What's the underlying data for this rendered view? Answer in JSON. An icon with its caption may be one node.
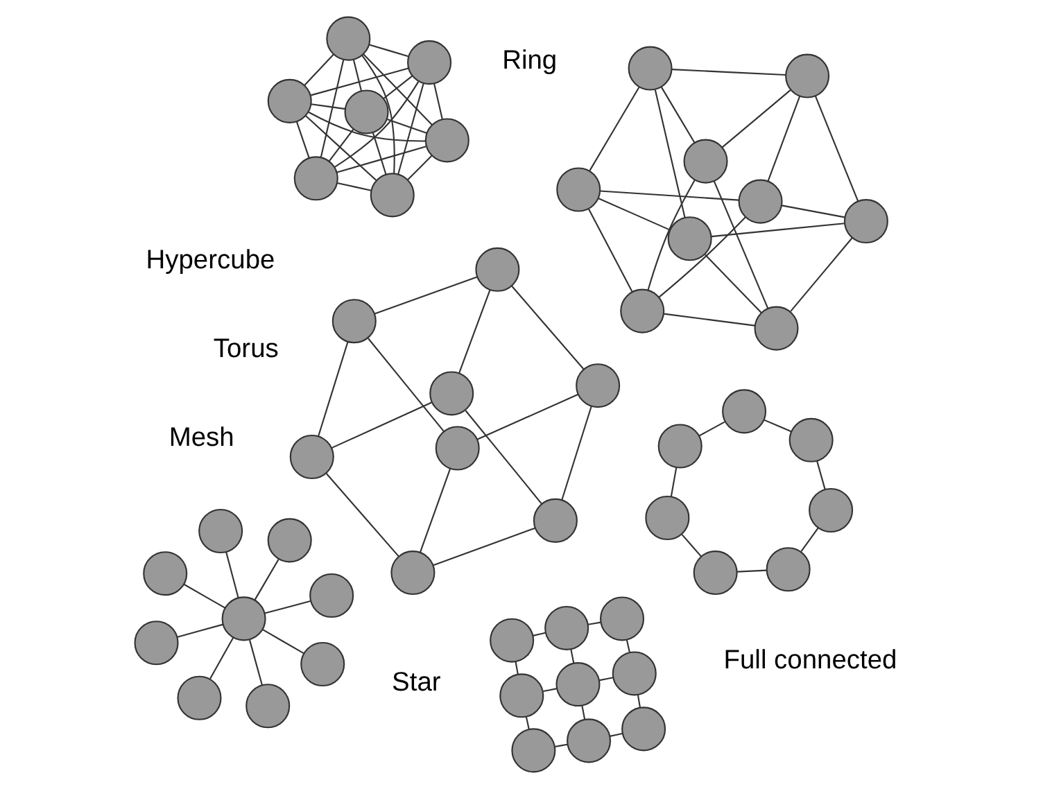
{
  "diagram": {
    "nodes": [
      {
        "text": [],
        "shape": "circle"
      },
      {
        "text": [],
        "shape": "circle"
      },
      {
        "text": [],
        "shape": "circle"
      },
      {
        "text": [],
        "shape": "circle"
      },
      {
        "text": [],
        "shape": "circle"
      },
      {
        "text": [],
        "shape": "circle"
      },
      {
        "text": [],
        "shape": "circle"
      },
      {
        "text": [],
        "shape": "circle"
      },
      {
        "text": [],
        "shape": "circle"
      },
      {
        "text": [],
        "shape": "circle"
      },
      {
        "text": [],
        "shape": "circle"
      },
      {
        "text": [],
        "shape": "circle"
      },
      {
        "text": [],
        "shape": "circle"
      },
      {
        "text": [],
        "shape": "circle"
      },
      {
        "text": [],
        "shape": "circle"
      },
      {
        "text": [],
        "shape": "circle"
      },
      {
        "text": [],
        "shape": "circle"
      },
      {
        "text": [],
        "shape": "circle"
      },
      {
        "text": [],
        "shape": "circle"
      },
      {
        "text": [],
        "shape": "circle"
      },
      {
        "text": [],
        "shape": "circle"
      },
      {
        "text": [],
        "shape": "circle"
      },
      {
        "text": [],
        "shape": "circle"
      },
      {
        "text": [],
        "shape": "circle"
      },
      {
        "text": [],
        "shape": "circle"
      },
      {
        "text": [],
        "shape": "circle"
      },
      {
        "text": [],
        "shape": "circle"
      },
      {
        "text": [],
        "shape": "circle"
      },
      {
        "text": [],
        "shape": "circle"
      },
      {
        "text": [],
        "shape": "circle"
      },
      {
        "text": [],
        "shape": "circle"
      },
      {
        "text": [],
        "shape": "circle"
      },
      {
        "text": [],
        "shape": "circle"
      },
      {
        "text": [],
        "shape": "circle"
      },
      {
        "text": [],
        "shape": "circle"
      },
      {
        "text": [],
        "shape": "circle"
      },
      {
        "text": [],
        "shape": "circle"
      },
      {
        "text": [],
        "shape": "circle"
      },
      {
        "text": [],
        "shape": "circle"
      },
      {
        "text": [],
        "shape": "circle"
      },
      {
        "text": [],
        "shape": "circle"
      },
      {
        "text": [],
        "shape": "circle"
      },
      {
        "text": [],
        "shape": "circle"
      },
      {
        "text": [],
        "shape": "circle"
      },
      {
        "text": [],
        "shape": "circle"
      },
      {
        "text": [],
        "shape": "circle"
      },
      {
        "text": [],
        "shape": "circle"
      },
      {
        "text": [],
        "shape": "circle"
      },
      {
        "text": [],
        "shape": "circle"
      }
    ],
    "edges": [
      {
        "from": 0,
        "to": 1,
        "arrow": "none"
      },
      {
        "from": 2,
        "to": 3,
        "arrow": "none"
      },
      {
        "from": 0,
        "to": 2,
        "arrow": "none"
      },
      {
        "from": 1,
        "to": 3,
        "arrow": "none"
      },
      {
        "from": 4,
        "to": 5,
        "arrow": "none"
      },
      {
        "from": 6,
        "to": 7,
        "arrow": "none"
      },
      {
        "from": 4,
        "to": 6,
        "arrow": "none"
      },
      {
        "from": 5,
        "to": 7,
        "arrow": "none"
      },
      {
        "from": 0,
        "to": 4,
        "arrow": "none"
      },
      {
        "from": 1,
        "to": 5,
        "arrow": "none"
      },
      {
        "from": 2,
        "to": 6,
        "arrow": "none"
      },
      {
        "from": 3,
        "to": 7,
        "arrow": "none"
      },
      {
        "from": 8,
        "to": 9,
        "arrow": "none"
      },
      {
        "from": 9,
        "to": 10,
        "arrow": "none"
      },
      {
        "from": 11,
        "to": 12,
        "arrow": "none"
      },
      {
        "from": 12,
        "to": 13,
        "arrow": "none"
      },
      {
        "from": 14,
        "to": 15,
        "arrow": "none"
      },
      {
        "from": 15,
        "to": 16,
        "arrow": "none"
      },
      {
        "from": 8,
        "to": 11,
        "arrow": "none"
      },
      {
        "from": 11,
        "to": 14,
        "arrow": "none"
      },
      {
        "from": 9,
        "to": 12,
        "arrow": "none"
      },
      {
        "from": 12,
        "to": 15,
        "arrow": "none"
      },
      {
        "from": 10,
        "to": 13,
        "arrow": "none"
      },
      {
        "from": 13,
        "to": 16,
        "arrow": "none"
      },
      {
        "from": 10,
        "to": 8,
        "arrow": "none"
      },
      {
        "from": 13,
        "to": 11,
        "arrow": "none"
      },
      {
        "from": 16,
        "to": 14,
        "arrow": "none"
      },
      {
        "from": 14,
        "to": 8,
        "arrow": "none"
      },
      {
        "from": 15,
        "to": 9,
        "arrow": "none"
      },
      {
        "from": 16,
        "to": 10,
        "arrow": "none"
      },
      {
        "from": 17,
        "to": 18,
        "arrow": "none"
      },
      {
        "from": 18,
        "to": 19,
        "arrow": "none"
      },
      {
        "from": 20,
        "to": 21,
        "arrow": "none"
      },
      {
        "from": 21,
        "to": 22,
        "arrow": "none"
      },
      {
        "from": 23,
        "to": 24,
        "arrow": "none"
      },
      {
        "from": 24,
        "to": 25,
        "arrow": "none"
      },
      {
        "from": 17,
        "to": 20,
        "arrow": "none"
      },
      {
        "from": 20,
        "to": 23,
        "arrow": "none"
      },
      {
        "from": 18,
        "to": 21,
        "arrow": "none"
      },
      {
        "from": 21,
        "to": 24,
        "arrow": "none"
      },
      {
        "from": 19,
        "to": 22,
        "arrow": "none"
      },
      {
        "from": 22,
        "to": 25,
        "arrow": "none"
      },
      {
        "from": 26,
        "to": 27,
        "arrow": "none"
      },
      {
        "from": 27,
        "to": 28,
        "arrow": "none"
      },
      {
        "from": 28,
        "to": 29,
        "arrow": "none"
      },
      {
        "from": 29,
        "to": 30,
        "arrow": "none"
      },
      {
        "from": 30,
        "to": 31,
        "arrow": "none"
      },
      {
        "from": 31,
        "to": 32,
        "arrow": "none"
      },
      {
        "from": 32,
        "to": 26,
        "arrow": "none"
      },
      {
        "from": 33,
        "to": 34,
        "arrow": "none"
      },
      {
        "from": 33,
        "to": 35,
        "arrow": "none"
      },
      {
        "from": 33,
        "to": 36,
        "arrow": "none"
      },
      {
        "from": 33,
        "to": 37,
        "arrow": "none"
      },
      {
        "from": 33,
        "to": 38,
        "arrow": "none"
      },
      {
        "from": 33,
        "to": 39,
        "arrow": "none"
      },
      {
        "from": 34,
        "to": 35,
        "arrow": "none"
      },
      {
        "from": 34,
        "to": 36,
        "arrow": "none"
      },
      {
        "from": 34,
        "to": 37,
        "arrow": "none"
      },
      {
        "from": 34,
        "to": 38,
        "arrow": "none"
      },
      {
        "from": 34,
        "to": 39,
        "arrow": "none"
      },
      {
        "from": 35,
        "to": 36,
        "arrow": "none"
      },
      {
        "from": 35,
        "to": 37,
        "arrow": "none"
      },
      {
        "from": 35,
        "to": 38,
        "arrow": "none"
      },
      {
        "from": 35,
        "to": 39,
        "arrow": "none"
      },
      {
        "from": 36,
        "to": 37,
        "arrow": "none"
      },
      {
        "from": 36,
        "to": 38,
        "arrow": "none"
      },
      {
        "from": 36,
        "to": 39,
        "arrow": "none"
      },
      {
        "from": 37,
        "to": 38,
        "arrow": "none"
      },
      {
        "from": 37,
        "to": 39,
        "arrow": "none"
      },
      {
        "from": 38,
        "to": 39,
        "arrow": "none"
      },
      {
        "from": 40,
        "to": 41,
        "arrow": "none"
      },
      {
        "from": 40,
        "to": 42,
        "arrow": "none"
      },
      {
        "from": 40,
        "to": 43,
        "arrow": "none"
      },
      {
        "from": 40,
        "to": 44,
        "arrow": "none"
      },
      {
        "from": 40,
        "to": 45,
        "arrow": "none"
      },
      {
        "from": 40,
        "to": 46,
        "arrow": "none"
      },
      {
        "from": 40,
        "to": 47,
        "arrow": "none"
      },
      {
        "from": 40,
        "to": 48,
        "arrow": "none"
      }
    ],
    "labels": [
      "Hypercube",
      "Torus",
      "Mesh",
      "Ring",
      "Full connected",
      "Star"
    ]
  }
}
